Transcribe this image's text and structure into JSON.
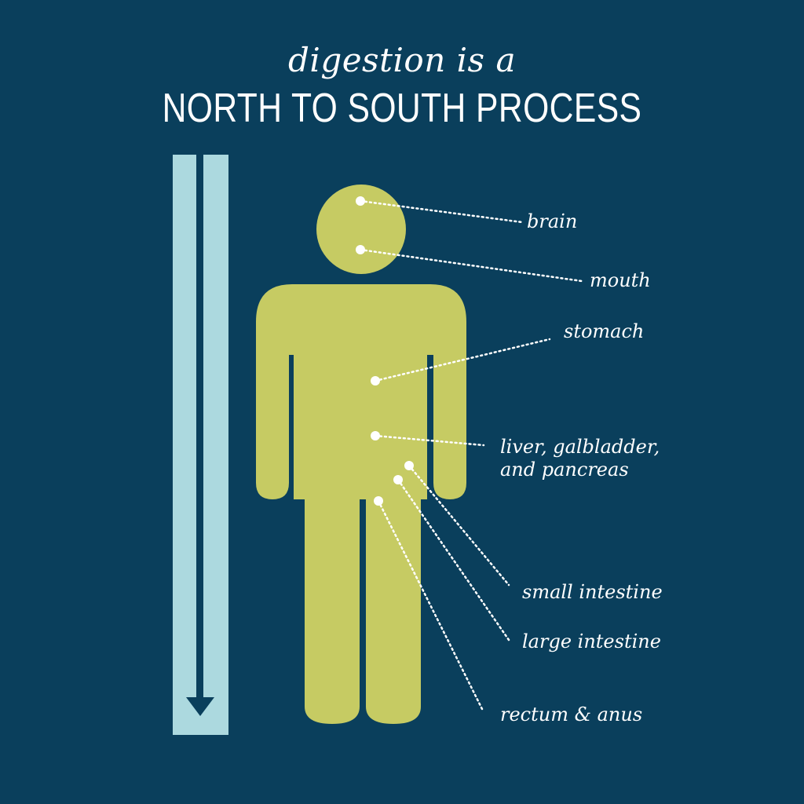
{
  "title": {
    "line1": "digestion is a",
    "line2": "NORTH TO SOUTH PROCESS"
  },
  "labels": {
    "brain": "brain",
    "mouth": "mouth",
    "stomach": "stomach",
    "liver_line1": "liver, galbladder,",
    "liver_line2": "and pancreas",
    "small_intestine": "small intestine",
    "large_intestine": "large intestine",
    "rectum": "rectum & anus"
  },
  "colors": {
    "background": "#0a3f5c",
    "figure": "#c6cb63",
    "arrow_bar": "#acd9df",
    "text": "#ffffff"
  },
  "icons": [
    "person-figure-icon",
    "down-arrow-icon"
  ]
}
